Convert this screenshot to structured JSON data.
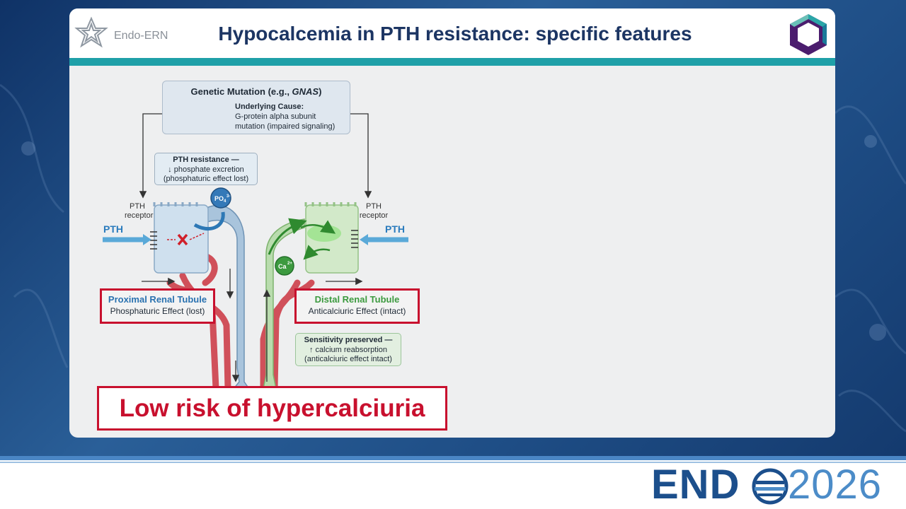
{
  "header": {
    "brand_name": "Endo-ERN",
    "title": "Hypocalcemia in PTH resistance: specific features"
  },
  "diagram": {
    "genetic": {
      "title_prefix": "Genetic Mutation (e.g., ",
      "title_gene": "GNAS",
      "title_suffix": ")",
      "cause_title": "Underlying Cause:",
      "cause_line1": "G-protein alpha subunit",
      "cause_line2": "mutation (impaired signaling)"
    },
    "pth_resistance": {
      "title": "PTH resistance —",
      "line1": "↓ phosphate excretion",
      "line2": "(phosphaturic effect lost)"
    },
    "sensitivity": {
      "title": "Sensitivity preserved —",
      "line1": "↑ calcium reabsorption",
      "line2": "(anticalciuric effect intact)"
    },
    "receptor_left": {
      "line1": "PTH",
      "line2": "receptor"
    },
    "receptor_right": {
      "line1": "PTH",
      "line2": "receptor"
    },
    "pth_left": "PTH",
    "pth_right": "PTH",
    "po4_label": "PO",
    "po4_sub": "4",
    "po4_sup": "3-",
    "ca_label": "Ca",
    "ca_sup": "2+",
    "proximal": {
      "title": "Proximal Renal Tubule",
      "subtitle": "Phosphaturic Effect (lost)"
    },
    "distal": {
      "title": "Distal Renal Tubule",
      "subtitle": "Anticalciuric Effect (intact)"
    },
    "risk": "Low risk of hypercalciuria"
  },
  "footer": {
    "endo_word": "END",
    "endo_year": "2026"
  },
  "colors": {
    "title": "#1c3563",
    "teal_bar": "#1fa0a8",
    "alert_red": "#c8102e",
    "proximal_blue": "#2a72b0",
    "distal_green": "#3c9a3f"
  }
}
